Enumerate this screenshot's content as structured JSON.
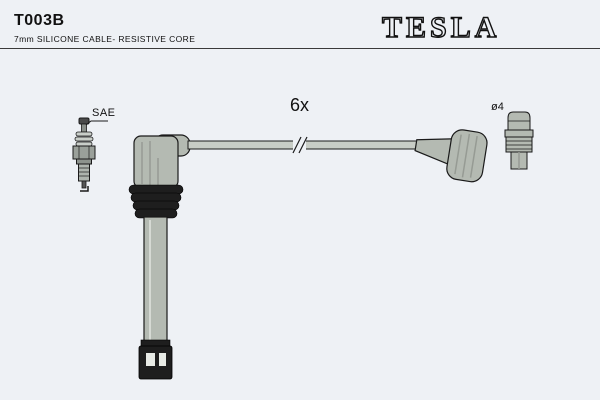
{
  "page": {
    "background_color": "#eef1f5"
  },
  "header": {
    "part_number": "T003B",
    "subtitle": "7mm SILICONE CABLE- RESISTIVE CORE",
    "brand": "TESLA"
  },
  "diagram": {
    "quantity_label": "6x",
    "spark_plug_label": "SAE",
    "connector_label": "ø4"
  },
  "colors": {
    "outline": "#1a1a1a",
    "boot_gray": "#b4bab2",
    "dark_part": "#1e1e1e",
    "background": "#eef1f5"
  }
}
